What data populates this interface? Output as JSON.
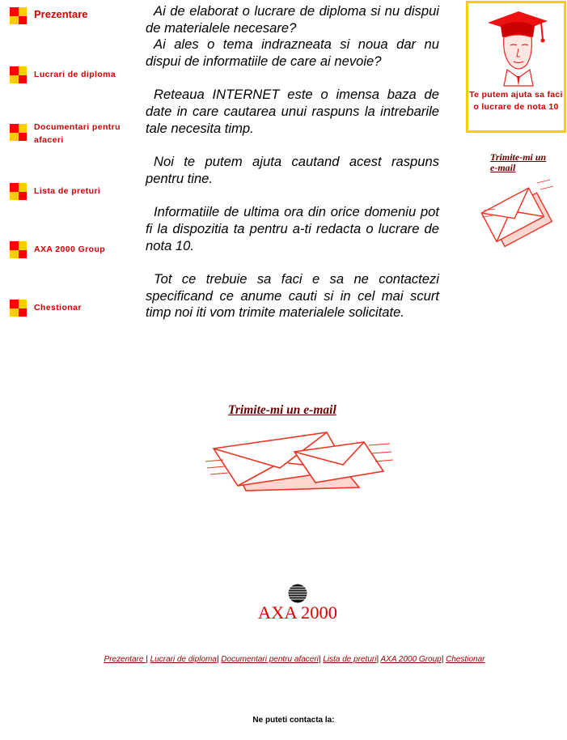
{
  "nav": {
    "items": [
      {
        "label": "Prezentare"
      },
      {
        "label": "Lucrari de diploma"
      },
      {
        "label": "Documentari pentru afaceri"
      },
      {
        "label": "Lista de preturi"
      },
      {
        "label": "AXA 2000 Group"
      },
      {
        "label": "Chestionar"
      }
    ]
  },
  "main": {
    "paragraphs": [
      "Ai de elaborat o lucrare de diploma si nu dispui de materialele necesare?",
      "Ai ales o tema indrazneata si noua dar nu dispui de informatiile de care ai nevoie?",
      "Reteaua INTERNET este o imensa baza de date in care cautarea unui raspuns la intrebarile tale necesita  timp.",
      "Noi te putem ajuta cautand acest raspuns pentru tine.",
      "Informatiile de ultima ora din orice domeniu pot fi la dispozitia ta pentru a-ti redacta o lucrare de nota 10.",
      "Tot ce trebuie sa faci e sa ne contactezi specificand ce anume cauti si in cel mai scurt timp noi iti vom trimite materialele solicitate."
    ]
  },
  "promo": {
    "text": "Te putem ajuta sa faci o lucrare de nota 10",
    "icon": "graduate-icon",
    "border_color": "#ffcc00"
  },
  "mail": {
    "small_link": "Trimite-mi un e-mail",
    "big_link": "Trimite-mi  un e-mail",
    "icon": "envelope-icon"
  },
  "logo": {
    "text": "AXA 2000",
    "icon": "globe-icon",
    "color": "#e00000"
  },
  "footer": {
    "links": [
      "Prezentare ",
      "Lucrari de diploma",
      "Documentari pentru afaceri",
      "Lista de preturi",
      "AXA 2000 Group",
      "Chestionar"
    ],
    "separator": "|",
    "contact": "Ne puteti contacta la:"
  },
  "colors": {
    "accent_red": "#cc0000",
    "bullet_yellow": "#ffcc00",
    "bullet_red": "#ff0000"
  }
}
